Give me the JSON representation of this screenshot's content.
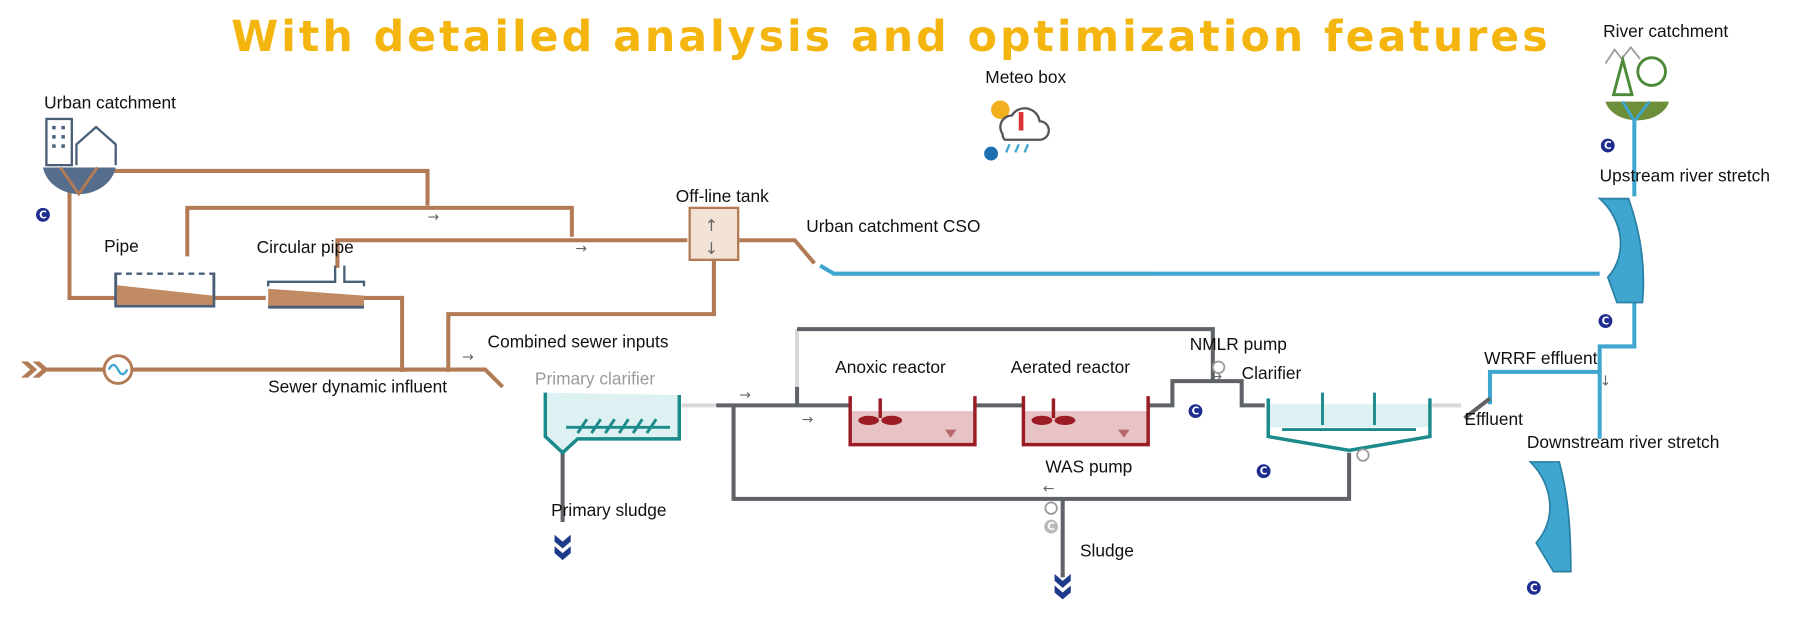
{
  "diagram": {
    "labels": {
      "urban_catchment": "Urban catchment",
      "pipe": "Pipe",
      "circular_pipe": "Circular pipe",
      "offline_tank": "Off-line tank",
      "urban_catchment_cso": "Urban catchment CSO",
      "meteo_box": "Meteo box",
      "river_catchment": "River catchment",
      "upstream_river_stretch": "Upstream river stretch",
      "sewer_dynamic_influent": "Sewer dynamic influent",
      "combined_sewer_inputs": "Combined sewer inputs",
      "primary_clarifier": "Primary clarifier",
      "anoxic_reactor": "Anoxic reactor",
      "aerated_reactor": "Aerated reactor",
      "nmlr_pump": "NMLR pump",
      "clarifier": "Clarifier",
      "wrrf_effluent": "WRRF effluent",
      "effluent": "Effluent",
      "downstream_river_stretch": "Downstream river stretch",
      "was_pump": "WAS pump",
      "primary_sludge": "Primary sludge",
      "sludge": "Sludge"
    },
    "badge_letter": "C",
    "overlay_text": "With detailed analysis and optimization features",
    "colors": {
      "sewer": "#B27B55",
      "river": "#3FA6CF",
      "plant": "#5F6266",
      "reactor": "#9B1C24",
      "clarifier": "#1A8A8A",
      "overlay": "#F5B50F",
      "badge": "#1E2D8F"
    }
  }
}
